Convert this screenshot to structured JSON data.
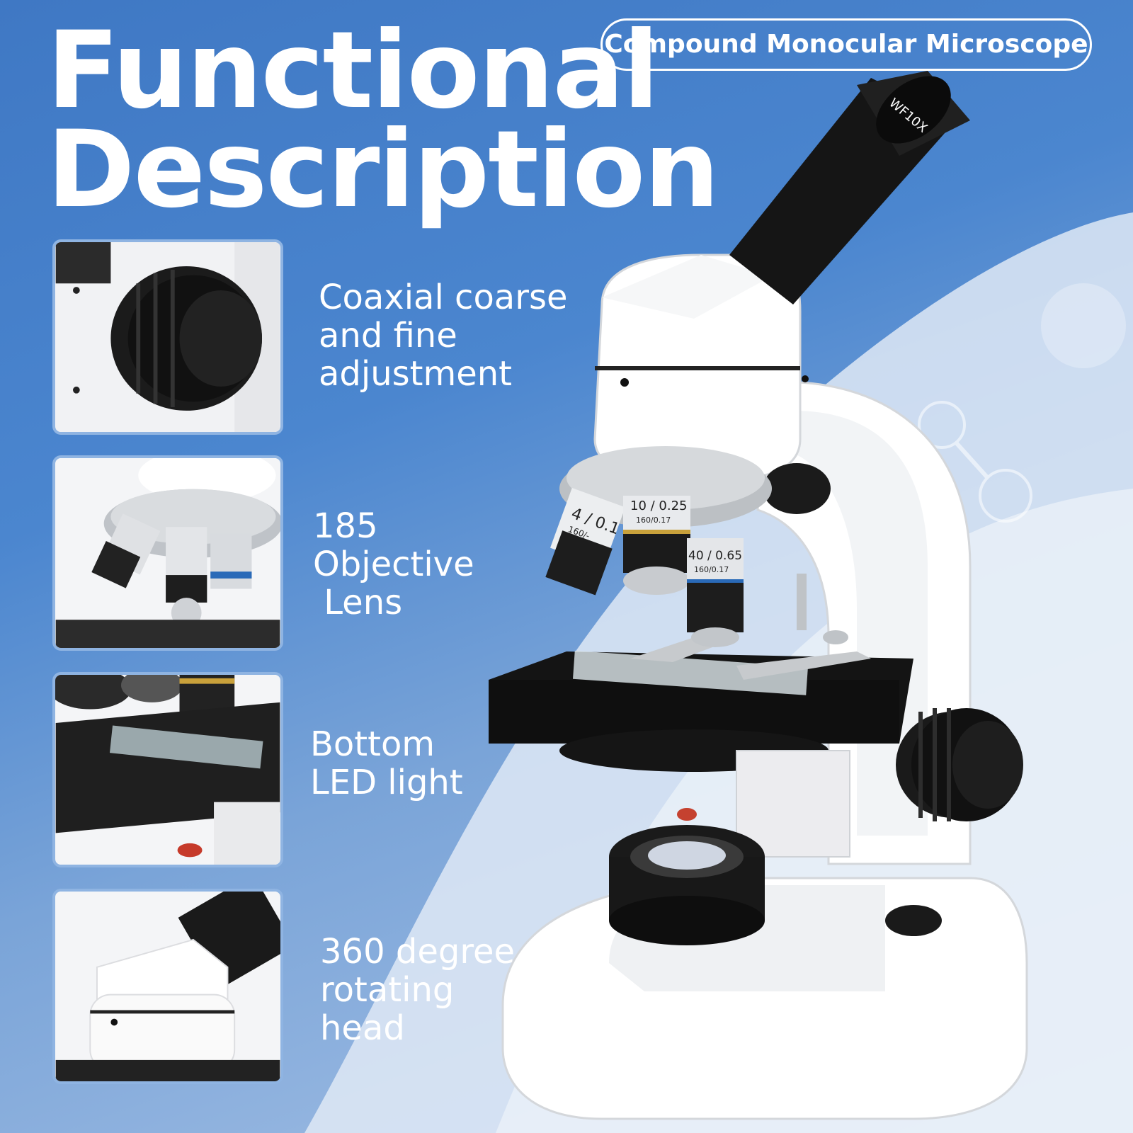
{
  "title": {
    "line1": "Functional",
    "line2": "Description"
  },
  "badge": "Compound Monocular Microscope",
  "features": [
    {
      "icon": "focus-knob-icon",
      "lines": [
        "Coaxial coarse",
        "and fine",
        "adjustment"
      ]
    },
    {
      "icon": "objective-lens-icon",
      "lines": [
        "185",
        "Objective",
        " Lens"
      ]
    },
    {
      "icon": "led-light-icon",
      "lines": [
        "Bottom",
        "LED light"
      ]
    },
    {
      "icon": "rotating-head-icon",
      "lines": [
        "360 degree",
        "rotating",
        "head"
      ]
    }
  ],
  "microscope_labels": {
    "eyepiece": "WF10X",
    "objective_4x": "4 / 0.1",
    "objective_4x_sub": "160/-",
    "objective_10x": "10 / 0.25",
    "objective_10x_sub": "160/0.17",
    "objective_40x": "40 / 0.65",
    "objective_40x_sub": "160/0.17"
  },
  "colors": {
    "background": "#4b86cf",
    "border": "#8fb4e2",
    "text": "#ffffff"
  }
}
